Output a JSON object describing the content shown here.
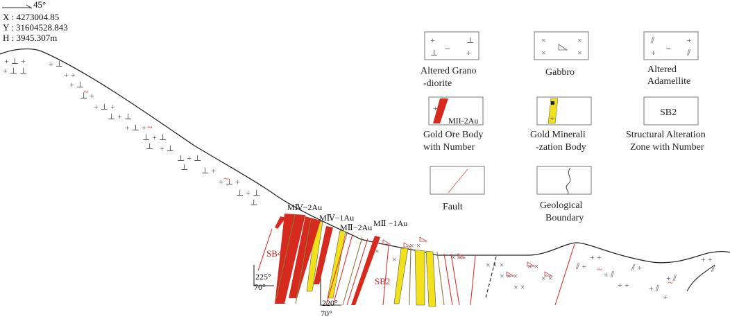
{
  "header": {
    "orientation": "45°",
    "coords": [
      "X :  4273004.85",
      "Y :  31604528.843",
      "H :  3945.307m"
    ]
  },
  "ore_bodies": [
    {
      "id": "MIV-2Au",
      "label": "MⅣ−2Au"
    },
    {
      "id": "MIV-1Au",
      "label": "MⅣ−1Au"
    },
    {
      "id": "MII-2Au",
      "label": "MⅡ−2Au"
    },
    {
      "id": "MII-1Au",
      "label": "MⅡ −1Au"
    }
  ],
  "zones": [
    {
      "id": "SB4",
      "label": "SB4"
    },
    {
      "id": "SB2",
      "label": "SB2"
    }
  ],
  "attitudes": [
    {
      "azimuth": "225°",
      "dip": "70°"
    },
    {
      "azimuth": "220°",
      "dip": "70°"
    }
  ],
  "legend": {
    "items": [
      {
        "key": "granodiorite",
        "lines": [
          "Altered Grano",
          "-diorite"
        ]
      },
      {
        "key": "gabbro",
        "lines": [
          "Gabbro"
        ]
      },
      {
        "key": "adamellite",
        "lines": [
          "Altered",
          "Adamellite"
        ]
      },
      {
        "key": "ore_body",
        "lines": [
          "Gold Ore Body",
          "with Number"
        ],
        "sample": "MII-2Au"
      },
      {
        "key": "mineralization",
        "lines": [
          "Gold Minerali",
          "-zation Body"
        ]
      },
      {
        "key": "alteration_zone",
        "lines": [
          "Structural Alteration",
          "Zone with Number"
        ],
        "sample": "SB2"
      },
      {
        "key": "fault",
        "lines": [
          "Fault"
        ]
      },
      {
        "key": "boundary",
        "lines": [
          "Geological",
          "Boundary"
        ]
      }
    ]
  },
  "colors": {
    "ore": "#d62a1e",
    "mineralization": "#f2e01a",
    "fault": "#e03030",
    "outline": "#222222",
    "symbol": "#555555"
  }
}
